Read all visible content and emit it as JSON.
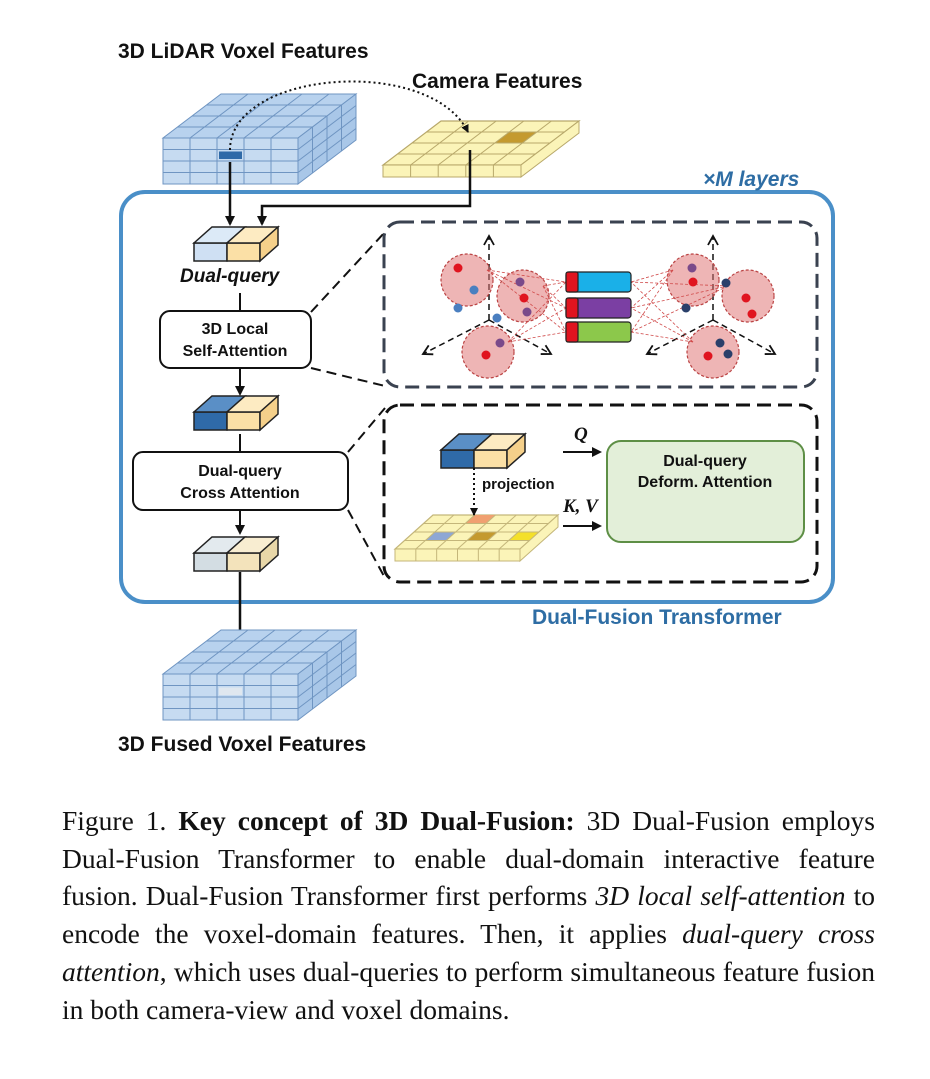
{
  "labels": {
    "lidar_features": "3D LiDAR Voxel Features",
    "camera_features": "Camera Features",
    "layers": "×M layers",
    "dual_query": "Dual-query",
    "local_attn_line1": "3D Local",
    "local_attn_line2": "Self-Attention",
    "cross_attn_line1": "Dual-query",
    "cross_attn_line2": "Cross Attention",
    "projection": "projection",
    "q": "Q",
    "kv": "K, V",
    "deform_line1": "Dual-query",
    "deform_line2": "Deform. Attention",
    "transformer": "Dual-Fusion Transformer",
    "fused_features": "3D Fused Voxel Features"
  },
  "caption": {
    "prefix": "Figure 1. ",
    "bold": "Key concept of 3D Dual-Fusion:",
    "t1": " 3D Dual-Fusion em­ploys Dual-Fusion Transformer to enable dual-domain interactive feature fusion. Dual-Fusion Transformer first performs ",
    "i1": "3D local self-attention",
    "t2": " to encode the voxel-domain features. Then, it ap­plies ",
    "i2": "dual-query cross attention",
    "t3": ", which uses dual-queries to per­form simultaneous feature fusion in both camera-view and voxel domains."
  },
  "colors": {
    "voxel_blue": "#c7dcf2",
    "camera_yellow": "#fbf4b8",
    "frame_blue": "#4a8fc8",
    "accent_dark_blue": "#2f6aa8"
  }
}
